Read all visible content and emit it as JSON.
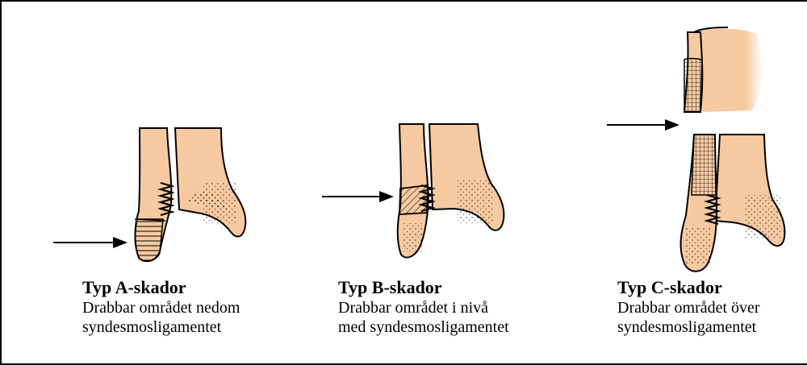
{
  "colors": {
    "bone": "#f6c9a0",
    "outline": "#000000",
    "background": "#ffffff"
  },
  "panels": [
    {
      "id": "A",
      "title": "Typ A-skador",
      "line1": "Drabbar området nedom",
      "line2": "syndesmosligamentet"
    },
    {
      "id": "B",
      "title": "Typ B-skador",
      "line1": "Drabbar området i nivå",
      "line2": "med syndesmosligamentet"
    },
    {
      "id": "C",
      "title": "Typ C-skador",
      "line1": "Drabbar området över",
      "line2": "syndesmosligamentet"
    }
  ]
}
